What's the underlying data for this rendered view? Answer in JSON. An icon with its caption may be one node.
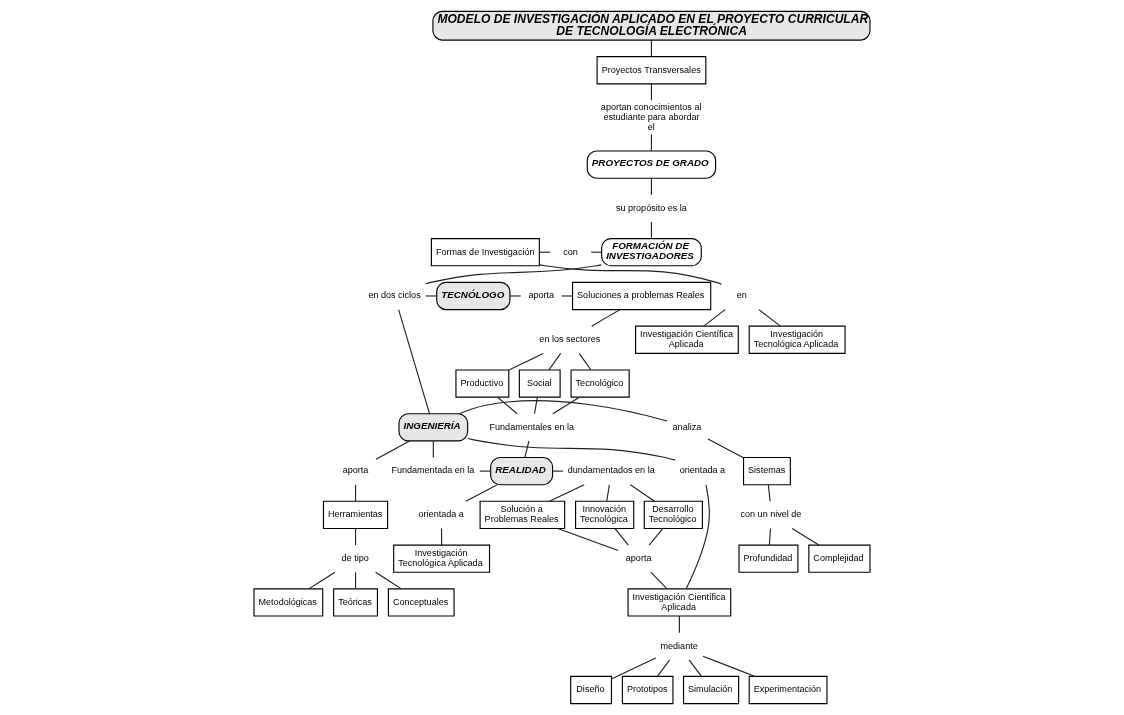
{
  "diagram": {
    "nodes": [
      {
        "text": [
          "MODELO DE INVESTIGACIÓN APLICADO EN EL PROYECTO CURRICULAR DE TECNOLOGÍA ELECTRÓNICA"
        ]
      },
      {
        "text": [
          "Proyectos Transversales"
        ]
      },
      {
        "text": [
          "aportan conocimientos al estudiante para abordar el"
        ]
      },
      {
        "text": [
          "PROYECTOS DE GRADO"
        ]
      },
      {
        "text": [
          "su propósito es la"
        ]
      },
      {
        "text": [
          "Formas de Investigación"
        ]
      },
      {
        "text": [
          "con"
        ]
      },
      {
        "text": [
          "FORMACIÓN DE INVESTIGADORES"
        ]
      },
      {
        "text": [
          "en"
        ]
      },
      {
        "text": [
          "Investigación Científica Aplicada"
        ]
      },
      {
        "text": [
          "Investigación Tecnológica Aplicada"
        ]
      },
      {
        "text": [
          "en dos ciclos"
        ]
      },
      {
        "text": [
          "TECNÓLOGO"
        ]
      },
      {
        "text": [
          "aporta"
        ]
      },
      {
        "text": [
          "Soluciones a problemas Reales"
        ]
      },
      {
        "text": [
          "en los sectores"
        ]
      },
      {
        "text": [
          "Productivo"
        ]
      },
      {
        "text": [
          "Social"
        ]
      },
      {
        "text": [
          "Tecnológico"
        ]
      },
      {
        "text": [
          "Fundamentales en la"
        ]
      },
      {
        "text": [
          "analiza"
        ]
      },
      {
        "text": [
          "INGENIERÍA"
        ]
      },
      {
        "text": [
          "Sistemas"
        ]
      },
      {
        "text": [
          "aporta"
        ]
      },
      {
        "text": [
          "Fundamentada en la"
        ]
      },
      {
        "text": [
          "REALIDAD"
        ]
      },
      {
        "text": [
          "dundamentados en la"
        ]
      },
      {
        "text": [
          "con un nivel de"
        ]
      },
      {
        "text": [
          "orientada a"
        ]
      },
      {
        "text": [
          "orientada a"
        ]
      },
      {
        "text": [
          "Profundidad"
        ]
      },
      {
        "text": [
          "Complejidad"
        ]
      },
      {
        "text": [
          "Herramientas"
        ]
      },
      {
        "text": [
          "Innovación Tecnológica"
        ]
      },
      {
        "text": [
          "Desarrollo Tecnológico"
        ]
      },
      {
        "text": [
          "Solución a Problemas Reales"
        ]
      },
      {
        "text": [
          "Investigación Tecnológica Aplicada"
        ]
      },
      {
        "text": [
          "de tipo"
        ]
      },
      {
        "text": [
          "Metodológicas"
        ]
      },
      {
        "text": [
          "Teóricas"
        ]
      },
      {
        "text": [
          "Investigación Científica Aplicada"
        ]
      },
      {
        "text": [
          "aporta"
        ]
      },
      {
        "text": [
          "Conceptuales"
        ]
      },
      {
        "text": [
          "mediante"
        ]
      },
      {
        "text": [
          "Diseño"
        ]
      },
      {
        "text": [
          "Prototipos"
        ]
      },
      {
        "text": [
          "Simulación"
        ]
      },
      {
        "text": [
          "Experimentación"
        ]
      }
    ],
    "edges": [
      {
        "from": 0,
        "to": 1,
        "arrow": "none"
      },
      {
        "from": 1,
        "to": 2,
        "arrow": "none"
      },
      {
        "from": 2,
        "to": 3,
        "arrow": "none"
      },
      {
        "from": 3,
        "to": 4,
        "arrow": "none"
      },
      {
        "from": 4,
        "to": 7,
        "arrow": "none"
      },
      {
        "from": 5,
        "to": 6,
        "arrow": "none"
      },
      {
        "from": 6,
        "to": 7,
        "arrow": "none"
      },
      {
        "from": 5,
        "to": 8,
        "arrow": "none"
      },
      {
        "from": 8,
        "to": 9,
        "arrow": "none"
      },
      {
        "from": 8,
        "to": 10,
        "arrow": "none"
      },
      {
        "from": 7,
        "to": 11,
        "arrow": "none"
      },
      {
        "from": 11,
        "to": 12,
        "arrow": "none"
      },
      {
        "from": 11,
        "to": 21,
        "arrow": "none"
      },
      {
        "from": 12,
        "to": 13,
        "arrow": "none"
      },
      {
        "from": 13,
        "to": 14,
        "arrow": "none"
      },
      {
        "from": 14,
        "to": 15,
        "arrow": "none"
      },
      {
        "from": 15,
        "to": 16,
        "arrow": "none"
      },
      {
        "from": 15,
        "to": 17,
        "arrow": "none"
      },
      {
        "from": 15,
        "to": 18,
        "arrow": "none"
      },
      {
        "from": 16,
        "to": 19,
        "arrow": "none"
      },
      {
        "from": 17,
        "to": 19,
        "arrow": "none"
      },
      {
        "from": 18,
        "to": 19,
        "arrow": "none"
      },
      {
        "from": 19,
        "to": 25,
        "arrow": "none"
      },
      {
        "from": 20,
        "to": 21,
        "arrow": "none"
      },
      {
        "from": 20,
        "to": 22,
        "arrow": "none"
      },
      {
        "from": 22,
        "to": 27,
        "arrow": "none"
      },
      {
        "from": 27,
        "to": 30,
        "arrow": "none"
      },
      {
        "from": 27,
        "to": 31,
        "arrow": "none"
      },
      {
        "from": 21,
        "to": 23,
        "arrow": "none"
      },
      {
        "from": 23,
        "to": 32,
        "arrow": "none"
      },
      {
        "from": 21,
        "to": 28,
        "arrow": "none"
      },
      {
        "from": 28,
        "to": 40,
        "arrow": "none"
      },
      {
        "from": 21,
        "to": 24,
        "arrow": "none"
      },
      {
        "from": 24,
        "to": 25,
        "arrow": "none"
      },
      {
        "from": 25,
        "to": 26,
        "arrow": "none"
      },
      {
        "from": 25,
        "to": 29,
        "arrow": "none"
      },
      {
        "from": 29,
        "to": 36,
        "arrow": "none"
      },
      {
        "from": 26,
        "to": 33,
        "arrow": "none"
      },
      {
        "from": 26,
        "to": 34,
        "arrow": "none"
      },
      {
        "from": 26,
        "to": 35,
        "arrow": "none"
      },
      {
        "from": 33,
        "to": 41,
        "arrow": "none"
      },
      {
        "from": 34,
        "to": 41,
        "arrow": "none"
      },
      {
        "from": 35,
        "to": 41,
        "arrow": "none"
      },
      {
        "from": 41,
        "to": 40,
        "arrow": "none"
      },
      {
        "from": 32,
        "to": 37,
        "arrow": "none"
      },
      {
        "from": 37,
        "to": 38,
        "arrow": "none"
      },
      {
        "from": 37,
        "to": 39,
        "arrow": "none"
      },
      {
        "from": 37,
        "to": 42,
        "arrow": "none"
      },
      {
        "from": 40,
        "to": 43,
        "arrow": "none"
      },
      {
        "from": 43,
        "to": 44,
        "arrow": "none"
      },
      {
        "from": 43,
        "to": 45,
        "arrow": "none"
      },
      {
        "from": 43,
        "to": 46,
        "arrow": "none"
      },
      {
        "from": 43,
        "to": 47,
        "arrow": "none"
      }
    ]
  }
}
